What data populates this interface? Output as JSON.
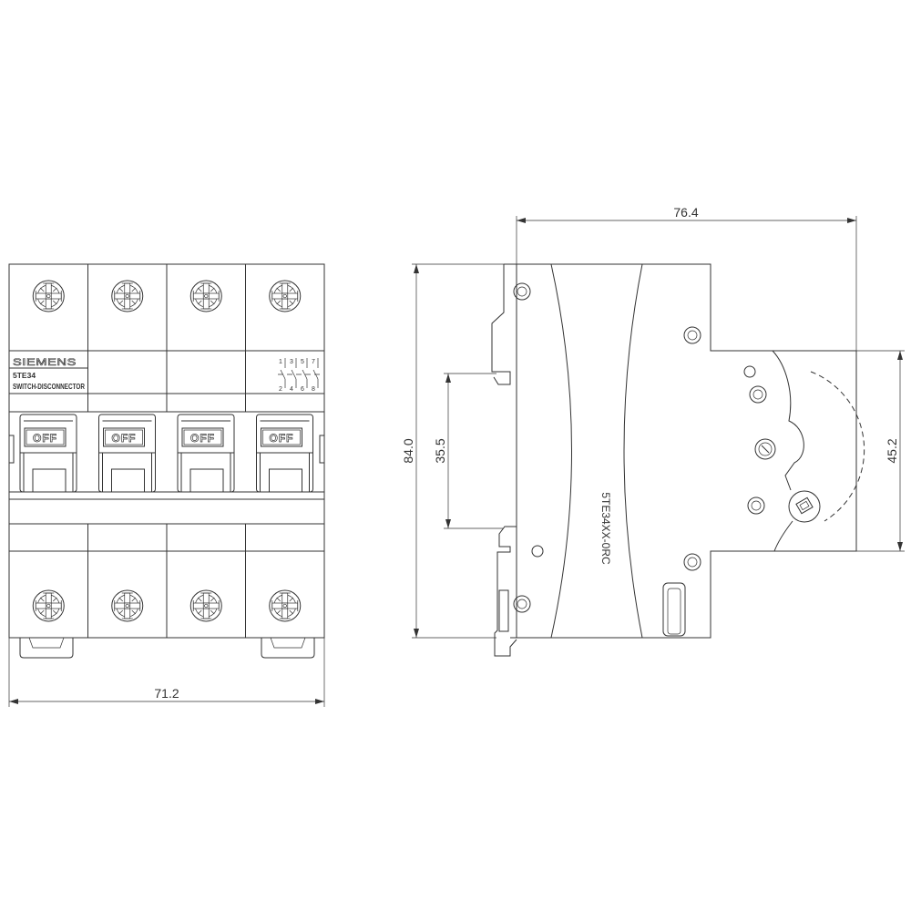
{
  "front_view": {
    "label": {
      "brand": "SIEMENS",
      "model": "5TE34",
      "description": "SWITCH-DISCONNECTOR"
    },
    "terminals": {
      "top": [
        "1",
        "3",
        "5",
        "7"
      ],
      "bottom": [
        "2",
        "4",
        "6",
        "8"
      ]
    },
    "handles": [
      "OFF",
      "OFF",
      "OFF",
      "OFF"
    ]
  },
  "side_view": {
    "type_code": "5TE34XX-0RC"
  },
  "dimensions": {
    "front_width": "71.2",
    "overall_height": "84.0",
    "rail_height": "35.5",
    "depth": "76.4",
    "front_height": "45.2"
  },
  "colors": {
    "line": "#333333",
    "background": "#ffffff"
  }
}
